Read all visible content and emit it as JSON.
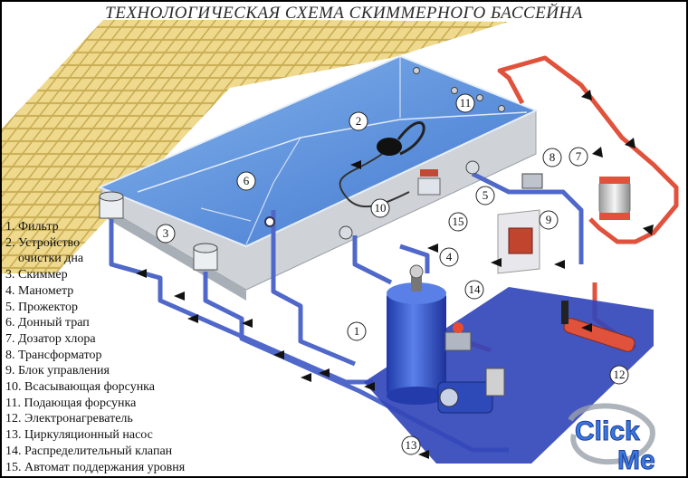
{
  "title": "ТЕХНОЛОГИЧЕСКАЯ СХЕМА СКИММЕРНОГО БАССЕЙНА",
  "legend": [
    {
      "text": "1. Фильтр"
    },
    {
      "text": "2. Устройство",
      "cont": "очистки дна"
    },
    {
      "text": "3. Скиммер"
    },
    {
      "text": "4. Манометр"
    },
    {
      "text": "5. Прожектор"
    },
    {
      "text": "6. Донный трап"
    },
    {
      "text": "7. Дозатор хлора"
    },
    {
      "text": "8. Трансформатор"
    },
    {
      "text": "9. Блок управления"
    },
    {
      "text": "10. Всасывающая форсунка"
    },
    {
      "text": "11. Подающая форсунка"
    },
    {
      "text": "12. Электронагреватель"
    },
    {
      "text": "13. Циркуляционный насос"
    },
    {
      "text": "14. Распределительный клапан"
    },
    {
      "text": "15. Автомат поддержания уровня"
    }
  ],
  "callouts": [
    "1",
    "2",
    "3",
    "4",
    "5",
    "6",
    "7",
    "8",
    "9",
    "10",
    "11",
    "12",
    "13",
    "14",
    "15"
  ],
  "logo": {
    "line1": "Click",
    "line2": "Me"
  },
  "colors": {
    "tile": "#e8d07a",
    "water": "#5b8fd6",
    "pipe_blue": "#4f68c9",
    "pipe_red": "#e0523c",
    "floor": "#2f3fb0",
    "filter": "#2e4fc8",
    "logo": "#3a78e0"
  }
}
